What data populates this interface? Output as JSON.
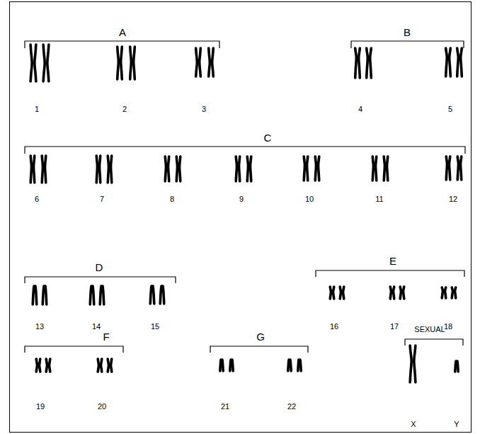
{
  "diagram": {
    "labels": [
      "A",
      "B",
      "1",
      "2",
      "3",
      "4",
      "5",
      "C",
      "6",
      "7",
      "8",
      "9",
      "10",
      "11",
      "12",
      "D",
      "E",
      "13",
      "14",
      "15",
      "16",
      "17",
      "18",
      "F",
      "G",
      "SEXUAL",
      "19",
      "20",
      "21",
      "22",
      "X",
      "Y"
    ]
  }
}
